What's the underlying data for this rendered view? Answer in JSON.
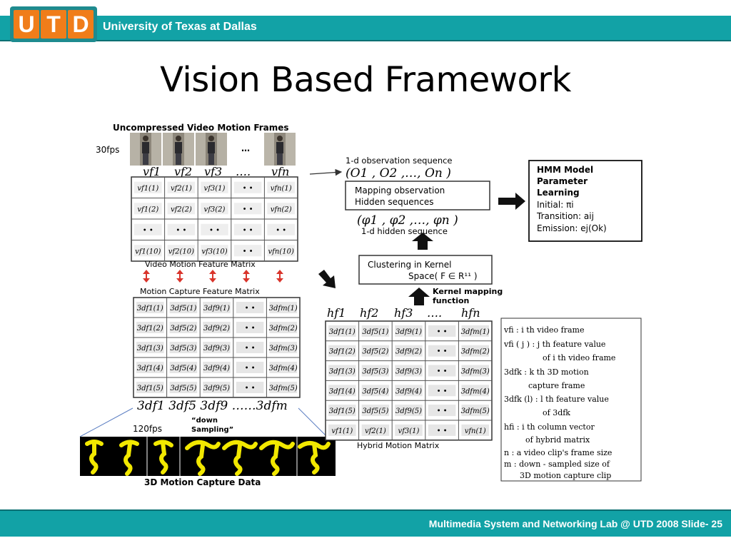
{
  "header": {
    "logo_letters": [
      "U",
      "T",
      "D"
    ],
    "university": "University of Texas at Dallas"
  },
  "slide": {
    "title": "Vision Based Framework"
  },
  "footer": {
    "text": "Multimedia System and Networking Lab @ UTD 2008 Slide- 25"
  },
  "diagram": {
    "video_frames_title": "Uncompressed Video Motion Frames",
    "fps_video": "30fps",
    "ellipsis": "…",
    "video_col_headers": [
      "vf1",
      "vf2",
      "vf3",
      "….",
      "vfn"
    ],
    "video_matrix": [
      [
        "vf1(1)",
        "vf2(1)",
        "vf3(1)",
        "• •",
        "vfn(1)"
      ],
      [
        "vf1(2)",
        "vf2(2)",
        "vf3(2)",
        "• •",
        "vfn(2)"
      ],
      [
        "• •",
        "• •",
        "• •",
        "• •",
        "• •"
      ],
      [
        "vf1(10)",
        "vf2(10)",
        "vf3(10)",
        "• •",
        "vfn(10)"
      ]
    ],
    "video_matrix_label": "Video Motion Feature Matrix",
    "mocap_matrix_label": "Motion Capture Feature Matrix",
    "mocap_matrix": [
      [
        "3df1(1)",
        "3df5(1)",
        "3df9(1)",
        "• •",
        "3dfm(1)"
      ],
      [
        "3df1(2)",
        "3df5(2)",
        "3df9(2)",
        "• •",
        "3dfm(2)"
      ],
      [
        "3df1(3)",
        "3df5(3)",
        "3df9(3)",
        "• •",
        "3dfm(3)"
      ],
      [
        "3df1(4)",
        "3df5(4)",
        "3df9(4)",
        "• •",
        "3dfm(4)"
      ],
      [
        "3df1(5)",
        "3df5(5)",
        "3df9(5)",
        "• •",
        "3dfm(5)"
      ]
    ],
    "mocap_col_footers": "3df1 3df5 3df9 ……3dfm",
    "down_sampling": [
      "“down",
      "Sampling”"
    ],
    "fps_mocap": "120fps",
    "mocap_data_title": "3D Motion Capture Data",
    "obs_seq_label": "1-d observation sequence",
    "obs_seq": "(O1 , O2 ,…, On )",
    "mapping_box": [
      "Mapping observation",
      "Hidden sequences"
    ],
    "hidden_seq": "(φ1 , φ2 ,…, φn )",
    "hidden_seq_label": "1-d  hidden sequence",
    "hmm_box": [
      "HMM Model",
      "Parameter",
      "Learning",
      "Initial:  πi",
      "Transition:  aij",
      "Emission: ej(Ok)"
    ],
    "clustering_box": [
      "Clustering in Kernel",
      "Space( F ∈ R¹¹ )"
    ],
    "kernel_mapping": [
      "Kernel mapping",
      "function"
    ],
    "hybrid_col_headers": [
      "hf1",
      "hf2",
      "hf3",
      "….",
      "hfn"
    ],
    "hybrid_matrix": [
      [
        "3df1(1)",
        "3df5(1)",
        "3df9(1)",
        "• •",
        "3dfm(1)"
      ],
      [
        "3df1(2)",
        "3df5(2)",
        "3df9(2)",
        "• •",
        "3dfm(2)"
      ],
      [
        "3df1(3)",
        "3df5(3)",
        "3df9(3)",
        "• •",
        "3dfm(3)"
      ],
      [
        "3df1(4)",
        "3df5(4)",
        "3df9(4)",
        "• •",
        "3dfm(4)"
      ],
      [
        "3df1(5)",
        "3df5(5)",
        "3df9(5)",
        "• •",
        "3dfm(5)"
      ],
      [
        "vf1(1)",
        "vf2(1)",
        "vf3(1)",
        "• •",
        "vfn(1)"
      ]
    ],
    "hybrid_matrix_label": "Hybrid Motion Matrix",
    "legend": [
      "vfi : i th  video frame",
      "vfi ( j ) : j th  feature value",
      "of  i th  video frame",
      "3dfk : k th  3D motion",
      "capture frame",
      "3dfk (l) : l th  feature value",
      "of  3dfk",
      "hfi : i th  column vector",
      "of  hybrid matrix",
      "n : a  video clip's frame size",
      "m : down - sampled size of",
      "3D motion capture clip"
    ],
    "colors": {
      "teal": "#12a2a6",
      "orange": "#f07d1a",
      "skeleton_yellow": "#f2e800",
      "arrow_red": "#d9342b"
    }
  }
}
